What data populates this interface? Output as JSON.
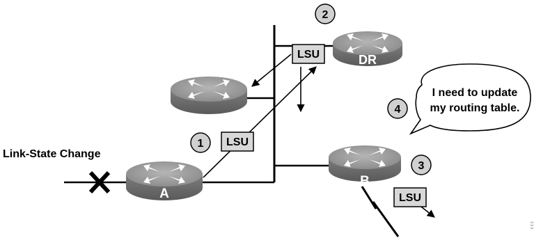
{
  "link_state_label": "Link-State Change",
  "routers": {
    "a": {
      "label": "A"
    },
    "dr": {
      "label": "DR"
    },
    "b": {
      "label": "B"
    },
    "unlabeled": {
      "label": ""
    }
  },
  "lsu_boxes": [
    "LSU",
    "LSU",
    "LSU"
  ],
  "steps": [
    "1",
    "2",
    "3",
    "4"
  ],
  "callout": {
    "line1": "I need to update",
    "line2": "my routing table."
  },
  "side_text": "3 3 3",
  "colors": {
    "router_top": "#9a9a9a",
    "router_side": "#6e6e6e",
    "lsu_box": "#d8d8d8",
    "step_circle": "#d0d0d0",
    "line": "#000000"
  }
}
